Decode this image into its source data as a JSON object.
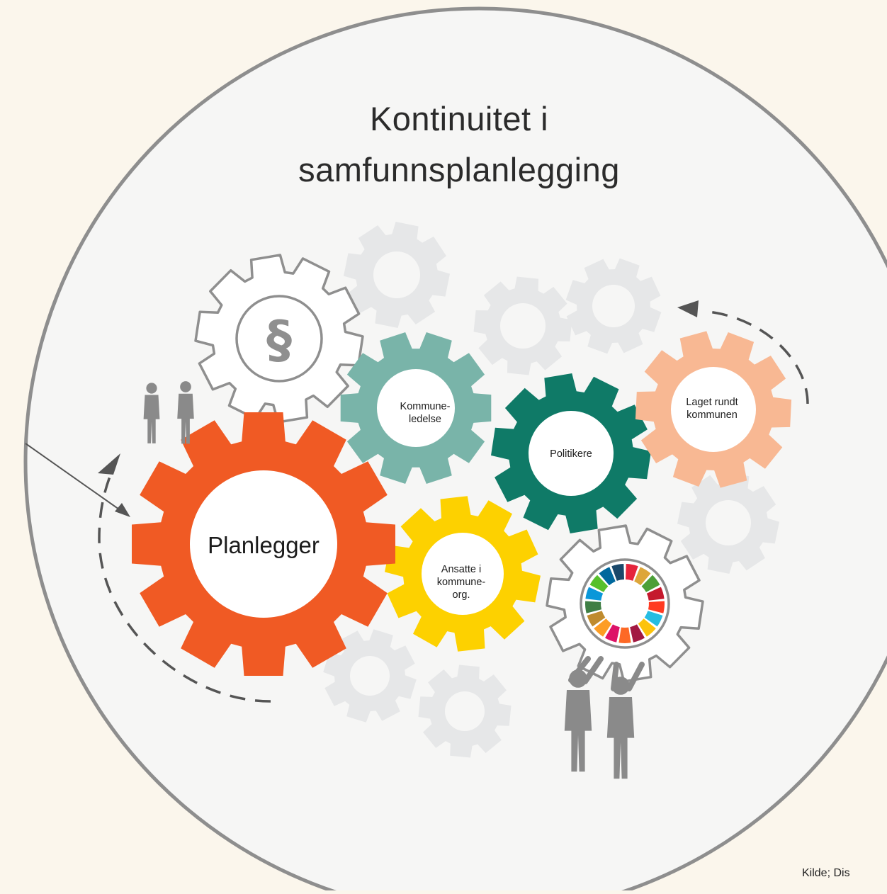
{
  "title": {
    "line1": "Kontinuitet i",
    "line2": "samfunnsplanlegging"
  },
  "gears": {
    "planlegger": "Planlegger",
    "kommuneledelse": "Kommune-\nledelse",
    "politikere": "Politikere",
    "laget": "Laget rundt\nkommunen",
    "ansatte": "Ansatte i\nkommune-\norg.",
    "lov_symbol": "§"
  },
  "source": "Kilde; Dis",
  "colors": {
    "background": "#fbf6ec",
    "circle_fill": "#f6f6f5",
    "circle_stroke": "#8e8e8e",
    "planlegger": "#f05a24",
    "kommuneledelse": "#79b4a9",
    "politikere": "#0f7a67",
    "laget": "#f8b893",
    "ansatte": "#fdd100",
    "ghost_gear": "#e6e7e8",
    "outline_gear": "#8f8f8f",
    "people": "#8a8a8a"
  },
  "sdg_colors": [
    "#e5243b",
    "#dda63a",
    "#4c9f38",
    "#c5192d",
    "#ff3a21",
    "#26bde2",
    "#fcc30b",
    "#a21942",
    "#fd6925",
    "#dd1367",
    "#fd9d24",
    "#bf8b2e",
    "#3f7e44",
    "#0a97d9",
    "#56c02b",
    "#00689d",
    "#19486a"
  ]
}
